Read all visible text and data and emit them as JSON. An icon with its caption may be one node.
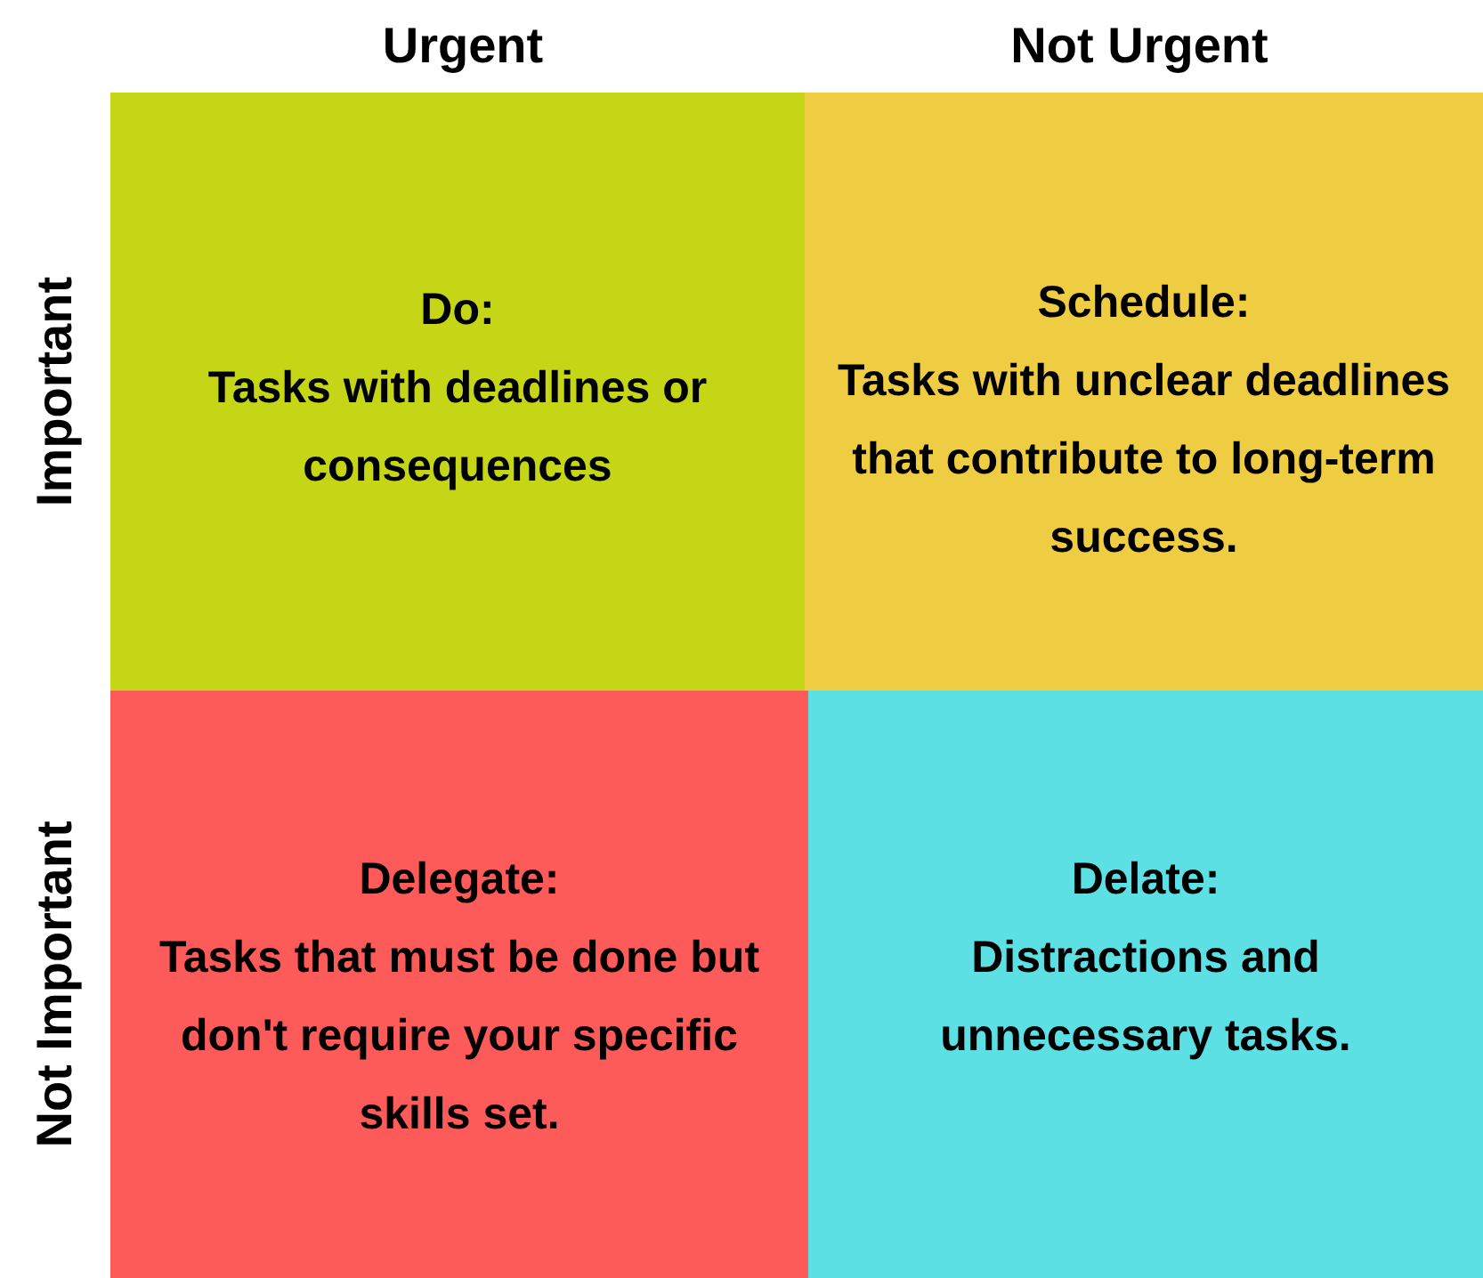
{
  "diagram": {
    "nodes": [
      {
        "text": [
          "Do:",
          "Tasks with deadlines or consequences"
        ]
      },
      {
        "text": [
          "Schedule:",
          "Tasks with unclear deadlines that contribute to long-term success."
        ]
      },
      {
        "text": [
          "Delegate:",
          "Tasks that must be done but don't require your specific skills set."
        ]
      },
      {
        "text": [
          "Delate:",
          "Distractions and unnecessary tasks."
        ]
      }
    ],
    "labels": [
      "Urgent",
      "Not Urgent",
      "Important",
      "Not Important"
    ]
  }
}
